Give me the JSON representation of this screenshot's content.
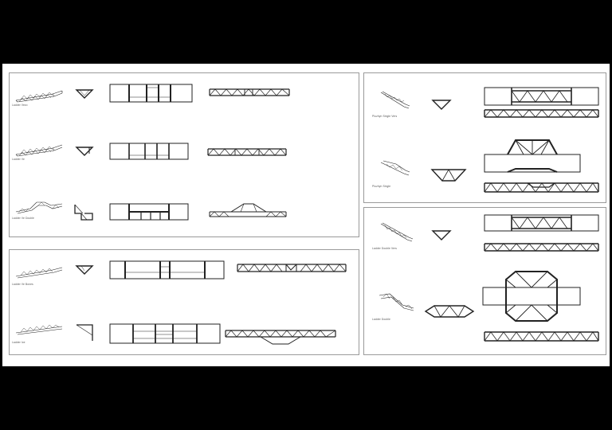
{
  "sheet": {
    "panel_a": {
      "items": [
        {
          "label": "Ladder Vezo"
        },
        {
          "label": "Ladder Ve"
        },
        {
          "label": "Ladder Ve Double"
        }
      ]
    },
    "panel_b": {
      "items": [
        {
          "label": "Ladder Ve Bones"
        },
        {
          "label": "Ladder Ice"
        }
      ]
    },
    "panel_c": {
      "items": [
        {
          "label": "Pluzhyn Single Vers"
        },
        {
          "label": "Pluzhyn Single"
        }
      ]
    },
    "panel_d": {
      "items": [
        {
          "label": "Ladder Double Vers"
        },
        {
          "label": "Ladder Double"
        }
      ]
    }
  },
  "colors": {
    "frame": "#000000",
    "sheet": "#ffffff",
    "panel_border": "#9a9a9a",
    "line": "#222222"
  }
}
